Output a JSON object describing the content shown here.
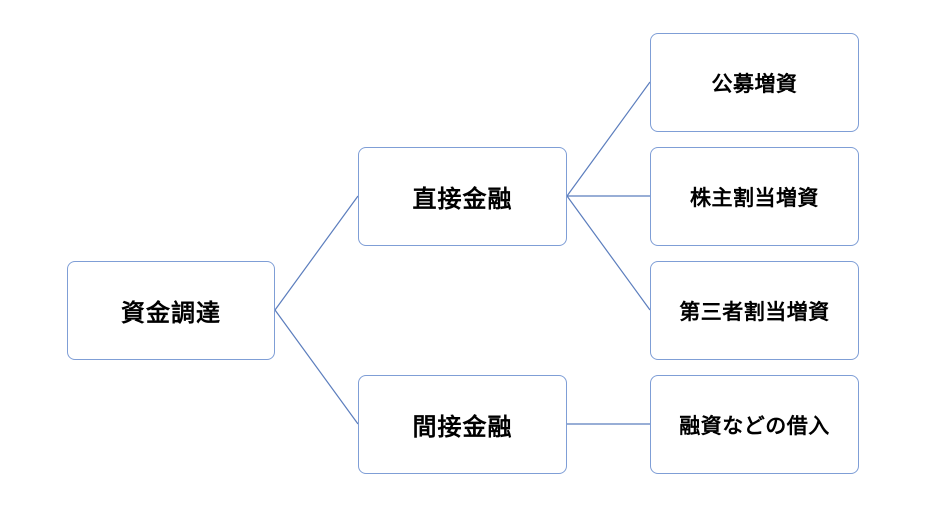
{
  "diagram": {
    "root": "資金調達",
    "branches": [
      {
        "label": "直接金融",
        "children": [
          "公募増資",
          "株主割当増資",
          "第三者割当増資"
        ]
      },
      {
        "label": "間接金融",
        "children": [
          "融資などの借入"
        ]
      }
    ],
    "colors": {
      "line": "#5b7dbd",
      "border": "#7f9ed6",
      "text": "#000000"
    }
  }
}
